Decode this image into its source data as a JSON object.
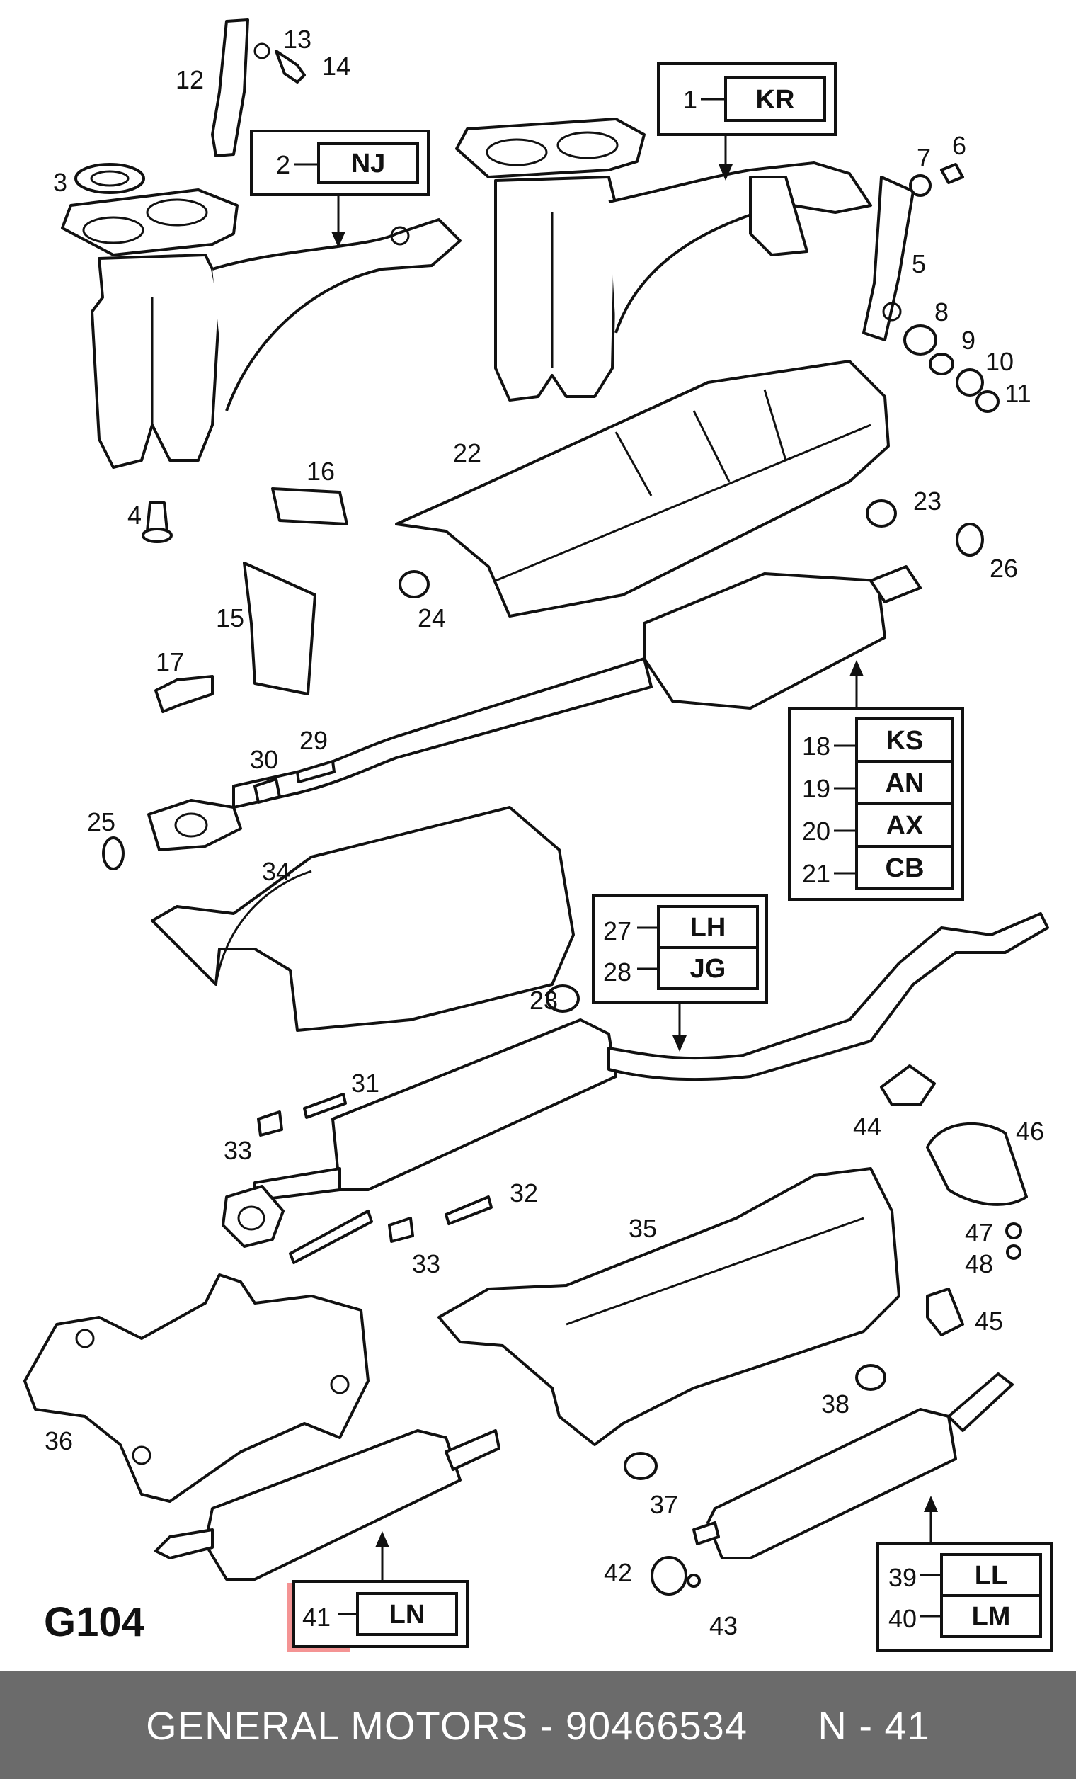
{
  "diagram": {
    "sheet_code": "G104",
    "highlight_color": "#f07070",
    "callouts": {
      "c1": "1",
      "c2": "2",
      "c3": "3",
      "c4": "4",
      "c5": "5",
      "c6": "6",
      "c7": "7",
      "c8": "8",
      "c9": "9",
      "c10": "10",
      "c11": "11",
      "c12": "12",
      "c13": "13",
      "c14": "14",
      "c15": "15",
      "c16": "16",
      "c17": "17",
      "c18": "18",
      "c19": "19",
      "c20": "20",
      "c21": "21",
      "c22": "22",
      "c23": "23",
      "c23b": "23",
      "c24": "24",
      "c25": "25",
      "c26": "26",
      "c27": "27",
      "c28": "28",
      "c29": "29",
      "c30": "30",
      "c31": "31",
      "c32": "32",
      "c33": "33",
      "c33b": "33",
      "c34": "34",
      "c35": "35",
      "c36": "36",
      "c37": "37",
      "c38": "38",
      "c39": "39",
      "c40": "40",
      "c41": "41",
      "c42": "42",
      "c43": "43",
      "c44": "44",
      "c45": "45",
      "c46": "46",
      "c47": "47",
      "c48": "48"
    },
    "codes": {
      "kr": "KR",
      "nj": "NJ",
      "ks": "KS",
      "an": "AN",
      "ax": "AX",
      "cb": "CB",
      "lh": "LH",
      "jg": "JG",
      "ll": "LL",
      "lm": "LM",
      "ln": "LN"
    }
  },
  "footer": {
    "background": "#6b6b6b",
    "brand": "GENERAL MOTORS",
    "part_number": "90466534",
    "position": "N - 41"
  }
}
